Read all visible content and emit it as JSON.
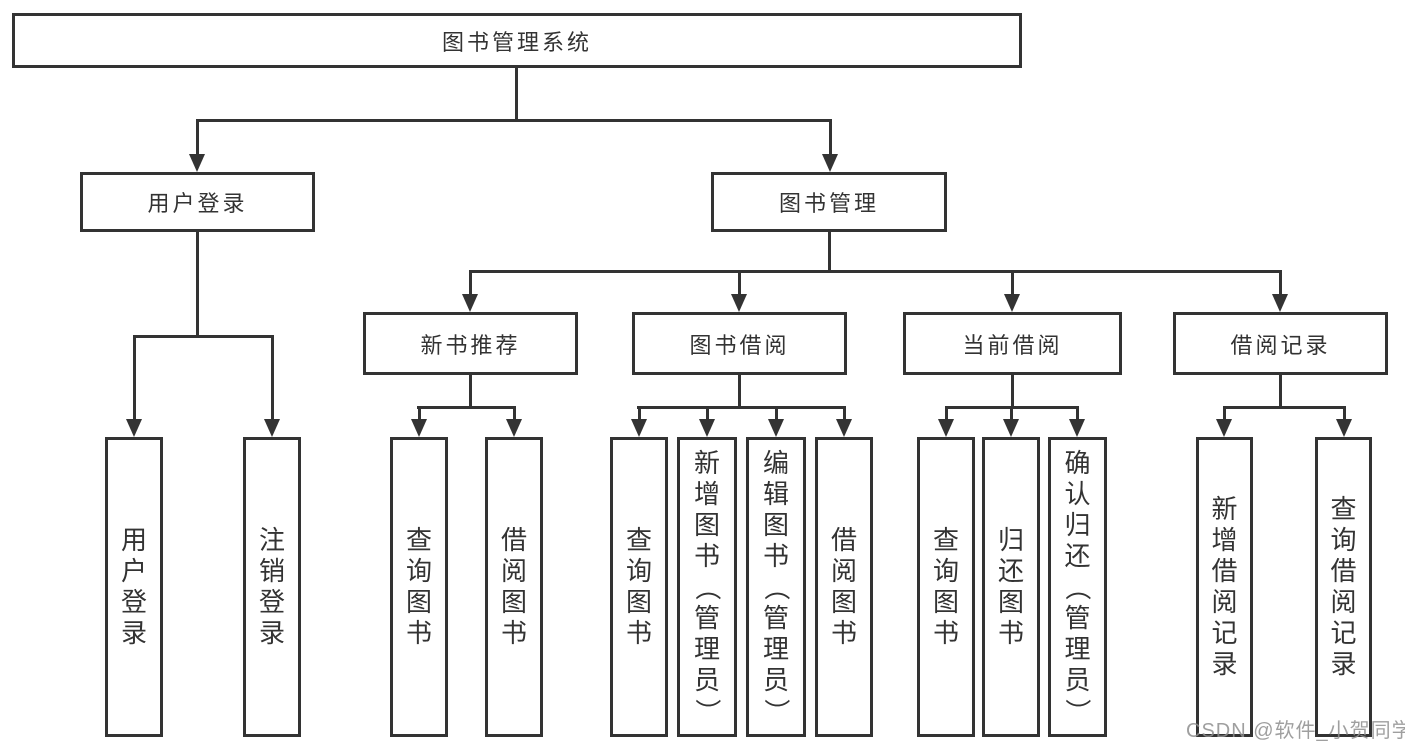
{
  "diagram": {
    "root": {
      "label": "图书管理系统"
    },
    "children": [
      {
        "label": "用户登录",
        "children": [
          {
            "label": "用户登录"
          },
          {
            "label": "注销登录"
          }
        ]
      },
      {
        "label": "图书管理",
        "children": [
          {
            "label": "新书推荐",
            "children": [
              {
                "label": "查询图书"
              },
              {
                "label": "借阅图书"
              }
            ]
          },
          {
            "label": "图书借阅",
            "children": [
              {
                "label": "查询图书"
              },
              {
                "label": "新增图书（管理员）"
              },
              {
                "label": "编辑图书（管理员）"
              },
              {
                "label": "借阅图书"
              }
            ]
          },
          {
            "label": "当前借阅",
            "children": [
              {
                "label": "查询图书"
              },
              {
                "label": "归还图书"
              },
              {
                "label": "确认归还（管理员）"
              }
            ]
          },
          {
            "label": "借阅记录",
            "children": [
              {
                "label": "新增借阅记录"
              },
              {
                "label": "查询借阅记录"
              }
            ]
          }
        ]
      }
    ]
  },
  "watermark": {
    "text": "CSDN @软件_小贺同学"
  },
  "colors": {
    "line": "#333333",
    "text": "#333333",
    "watermark": "#8f8f8f",
    "background": "#ffffff"
  }
}
